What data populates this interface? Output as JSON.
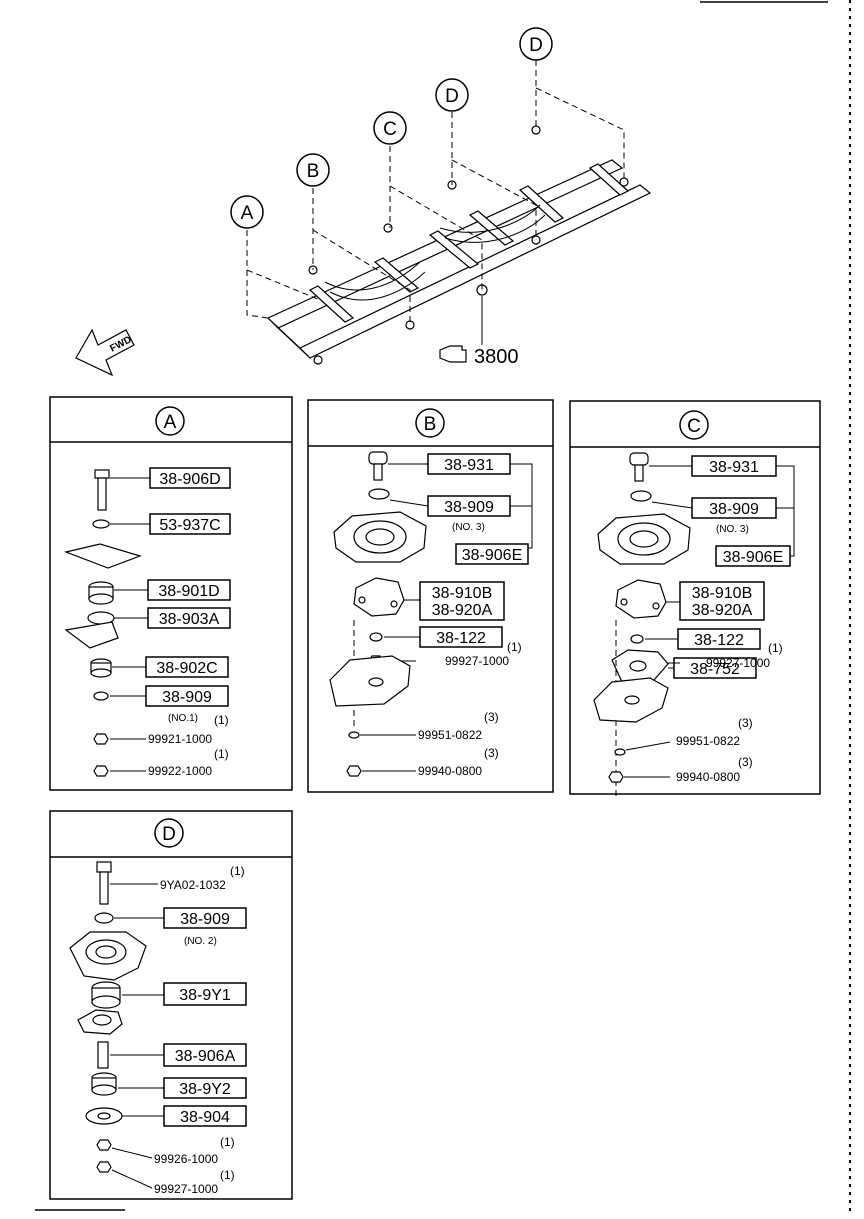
{
  "overview": {
    "callouts": [
      "A",
      "B",
      "C",
      "D",
      "D"
    ],
    "fwd": "FWD",
    "ref": "3800"
  },
  "panels": {
    "a": {
      "label": "A",
      "parts": [
        "38-906D",
        "53-937C",
        "38-901D",
        "38-903A",
        "38-902C",
        "38-909"
      ],
      "note_no1": "(NO.1)",
      "qty1": "(1)",
      "p99921": "99921-1000",
      "qty2": "(1)",
      "p99922": "99922-1000"
    },
    "b": {
      "label": "B",
      "p931": "38-931",
      "p909": "38-909",
      "note_no3": "(NO. 3)",
      "p906e": "38-906E",
      "p910b": "38-910B",
      "p920a": "38-920A",
      "p122": "38-122",
      "qty1": "(1)",
      "p99927": "99927-1000",
      "qty2": "(3)",
      "p99951": "99951-0822",
      "qty3": "(3)",
      "p99940": "99940-0800"
    },
    "c": {
      "label": "C",
      "p931": "38-931",
      "p909": "38-909",
      "note_no3": "(NO. 3)",
      "p906e": "38-906E",
      "p910b": "38-910B",
      "p920a": "38-920A",
      "p122": "38-122",
      "qty1": "(1)",
      "p99927": "99927-1000",
      "p752": "38-752",
      "qty2": "(3)",
      "p99951": "99951-0822",
      "qty3": "(3)",
      "p99940": "99940-0800"
    },
    "d": {
      "label": "D",
      "qty1": "(1)",
      "p9ya02": "9YA02-1032",
      "p909": "38-909",
      "note_no2": "(NO. 2)",
      "p9y1": "38-9Y1",
      "p906a": "38-906A",
      "p9y2": "38-9Y2",
      "p904": "38-904",
      "qty2": "(1)",
      "p99926": "99926-1000",
      "qty3": "(1)",
      "p99927": "99927-1000"
    }
  }
}
